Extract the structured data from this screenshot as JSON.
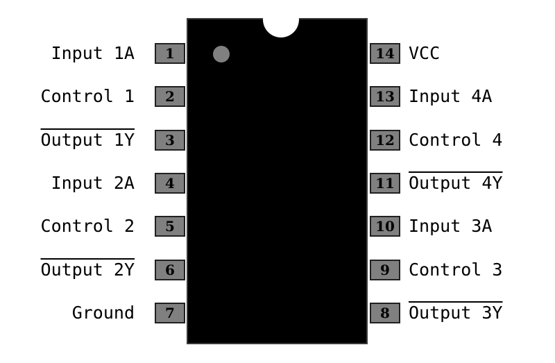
{
  "chip": {
    "colors": {
      "body": "#000000",
      "pin": "#808080",
      "text": "#000000",
      "background": "#ffffff"
    },
    "left_pins": [
      {
        "number": "1",
        "label": "Input 1A",
        "overline": false
      },
      {
        "number": "2",
        "label": "Control 1",
        "overline": false
      },
      {
        "number": "3",
        "label": "Output 1Y",
        "overline": true
      },
      {
        "number": "4",
        "label": "Input 2A",
        "overline": false
      },
      {
        "number": "5",
        "label": "Control 2",
        "overline": false
      },
      {
        "number": "6",
        "label": "Output 2Y",
        "overline": true
      },
      {
        "number": "7",
        "label": "Ground",
        "overline": false
      }
    ],
    "right_pins": [
      {
        "number": "14",
        "label": "VCC",
        "overline": false
      },
      {
        "number": "13",
        "label": "Input 4A",
        "overline": false
      },
      {
        "number": "12",
        "label": "Control 4",
        "overline": false
      },
      {
        "number": "11",
        "label": "Output 4Y",
        "overline": true
      },
      {
        "number": "10",
        "label": "Input 3A",
        "overline": false
      },
      {
        "number": "9",
        "label": "Control 3",
        "overline": false
      },
      {
        "number": "8",
        "label": "Output 3Y",
        "overline": true
      }
    ]
  }
}
